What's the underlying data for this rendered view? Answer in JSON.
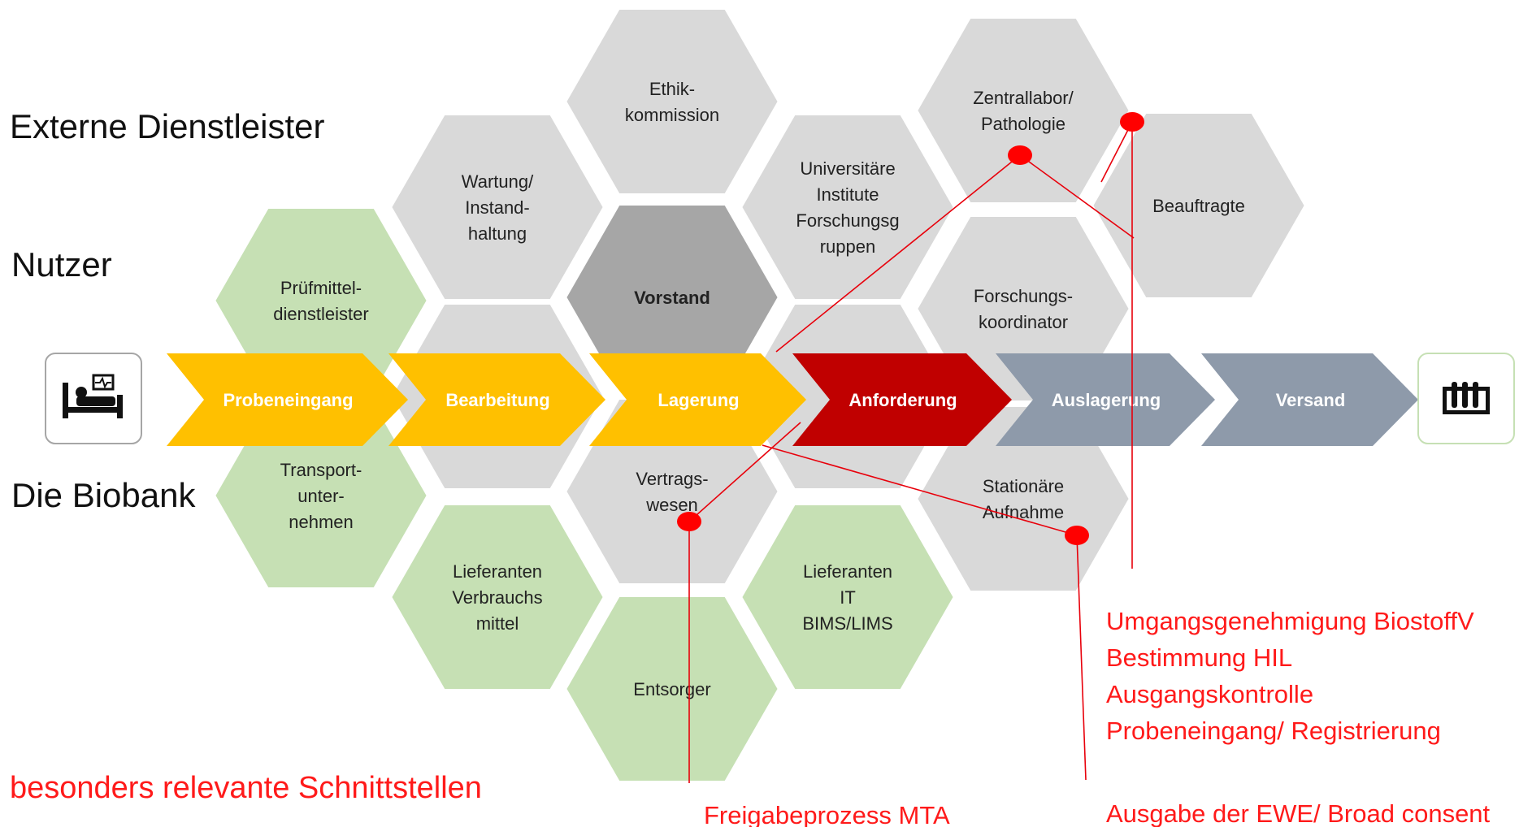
{
  "side_labels": {
    "external": "Externe Dienstleister",
    "users": "Nutzer",
    "biobank": "Die Biobank"
  },
  "hexagons": {
    "ethik": {
      "lines": [
        "Ethik-",
        "kommission"
      ],
      "color": "#d9d9d9"
    },
    "zentrallabor": {
      "lines": [
        "Zentrallabor/",
        "Pathologie"
      ],
      "color": "#d9d9d9"
    },
    "wartung": {
      "lines": [
        "Wartung/",
        "Instand-",
        "haltung"
      ],
      "color": "#d9d9d9"
    },
    "universitaere": {
      "lines": [
        "Universitäre",
        "Institute",
        "Forschungsg",
        "ruppen"
      ],
      "color": "#d9d9d9"
    },
    "beauftragte": {
      "lines": [
        "Beauftragte"
      ],
      "color": "#d9d9d9"
    },
    "pruefmittel": {
      "lines": [
        "Prüfmittel-",
        "dienstleister"
      ],
      "color": "#c6e0b4"
    },
    "vorstand": {
      "lines": [
        "Vorstand"
      ],
      "color": "#a6a6a6",
      "bold": true
    },
    "forschungskoordinator": {
      "lines": [
        "Forschungs-",
        "koordinator"
      ],
      "color": "#d9d9d9"
    },
    "transport": {
      "lines": [
        "Transport-",
        "unter-",
        "nehmen"
      ],
      "color": "#c6e0b4"
    },
    "vertragswesen": {
      "lines": [
        "Vertrags-",
        "wesen"
      ],
      "color": "#d9d9d9"
    },
    "stationaere": {
      "lines": [
        "Stationäre",
        "Aufnahme"
      ],
      "color": "#d9d9d9"
    },
    "lieferanten_verbrauch": {
      "lines": [
        "Lieferanten",
        "Verbrauchs",
        "mittel"
      ],
      "color": "#c6e0b4"
    },
    "lieferanten_it": {
      "lines": [
        "Lieferanten",
        "IT",
        "BIMS/LIMS"
      ],
      "color": "#c6e0b4"
    },
    "entsorger": {
      "lines": [
        "Entsorger"
      ],
      "color": "#c6e0b4"
    }
  },
  "process": [
    {
      "label": "Probeneingang",
      "color": "#ffc000"
    },
    {
      "label": "Bearbeitung",
      "color": "#ffc000"
    },
    {
      "label": "Lagerung",
      "color": "#ffc000"
    },
    {
      "label": "Anforderung",
      "color": "#c00000"
    },
    {
      "label": "Auslagerung",
      "color": "#8e9aaa"
    },
    {
      "label": "Versand",
      "color": "#8e9aaa"
    }
  ],
  "interfaces": {
    "heading": "besonders relevante Schnittstellen",
    "list": [
      "Umgangsgenehmigung BiostoffV",
      "Bestimmung HIL",
      "Ausgangskontrolle",
      "Probeneingang/ Registrierung"
    ],
    "freigabe": "Freigabeprozess MTA",
    "ausgabe": "Ausgabe der EWE/ Broad consent",
    "color": "#ff1a1a"
  },
  "icons": {
    "start": "hospital-bed-icon",
    "end": "test-tube-rack-icon"
  }
}
